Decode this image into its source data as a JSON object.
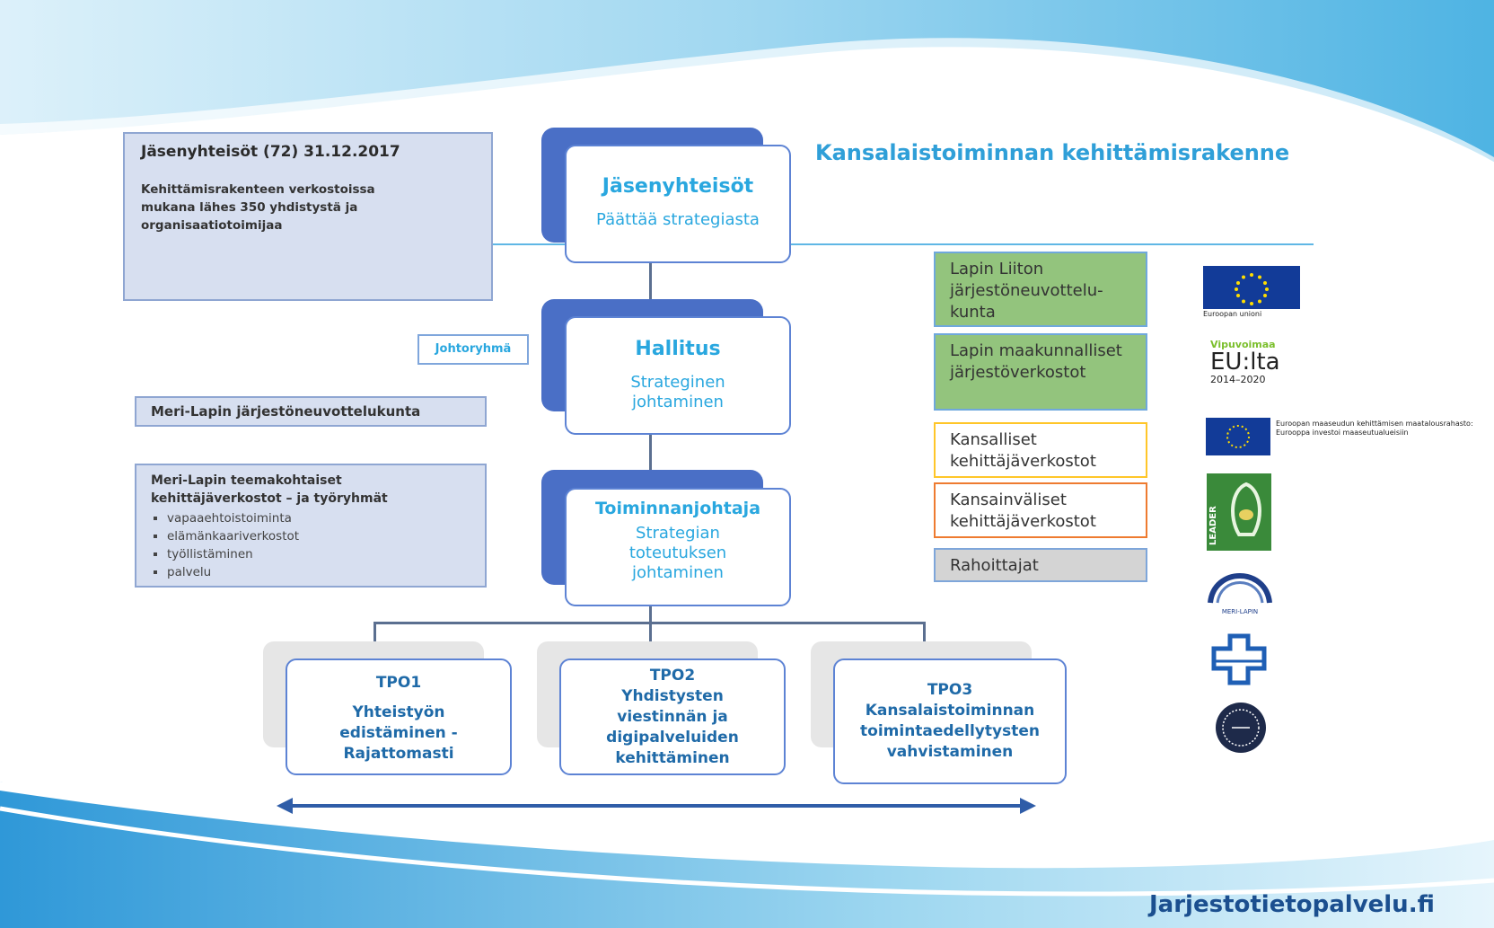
{
  "title": "Kansalaistoiminnan kehittämisrakenne",
  "footer": "Jarjestotietopalvelu.fi",
  "members_box": {
    "title": "Jäsenyhteisöt (72) 31.12.2017",
    "text": "Kehittämisrakenteen verkostoissa mukana lähes 350 yhdistystä ja organisaatiotoimijaa"
  },
  "johtoryhma": "Johtoryhmä",
  "meri_lappi_council": "Meri-Lapin järjestöneuvottelukunta",
  "theme_networks": {
    "title": "Meri-Lapin teemakohtaiset kehittäjäverkostot – ja työryhmät",
    "items": [
      "vapaaehtoistoiminta",
      "elämänkaariverkostot",
      "työllistäminen",
      "palvelu"
    ]
  },
  "org": {
    "members": {
      "title": "Jäsenyhteisöt",
      "subtitle": "Päättää strategiasta"
    },
    "board": {
      "title": "Hallitus",
      "subtitle": "Strateginen johtaminen"
    },
    "director": {
      "title": "Toiminnanjohtaja",
      "subtitle": "Strategian toteutuksen johtaminen"
    }
  },
  "tpo": [
    {
      "code": "TPO1",
      "text": "Yhteistyön edistäminen - Rajattomasti"
    },
    {
      "code": "TPO2",
      "text": "Yhdistysten viestinnän ja digipalveluiden kehittäminen"
    },
    {
      "code": "TPO3",
      "text": "Kansalaistoiminnan toimintaedellytysten vahvistaminen"
    }
  ],
  "networks": [
    {
      "text": "Lapin Liiton järjestöneuvottelu-kunta",
      "color": "#93c47d"
    },
    {
      "text": "Lapin maakunnalliset järjestöverkostot",
      "color": "#93c47d"
    },
    {
      "text": "Kansalliset kehittäjäverkostot",
      "color": "#ffc629"
    },
    {
      "text": "Kansainväliset kehittäjäverkostot",
      "color": "#ee7b30"
    },
    {
      "text": "Rahoittajat",
      "color": "#d4d4d4"
    }
  ],
  "logos": {
    "eu_caption": "Euroopan unioni",
    "vipuvoimaa": "Vipuvoimaa",
    "eu_lta": "EU:lta",
    "years": "2014–2020",
    "rural_fund": "Euroopan maaseudun kehittämisen maatalousrahasto: Eurooppa investoi maaseutualueisiin",
    "leader": "LEADER",
    "merilappi": "MERI-LAPIN"
  },
  "colors": {
    "accent": "#29a7df",
    "navy": "#1f6aa8",
    "box_blue": "#4a6fc6"
  }
}
